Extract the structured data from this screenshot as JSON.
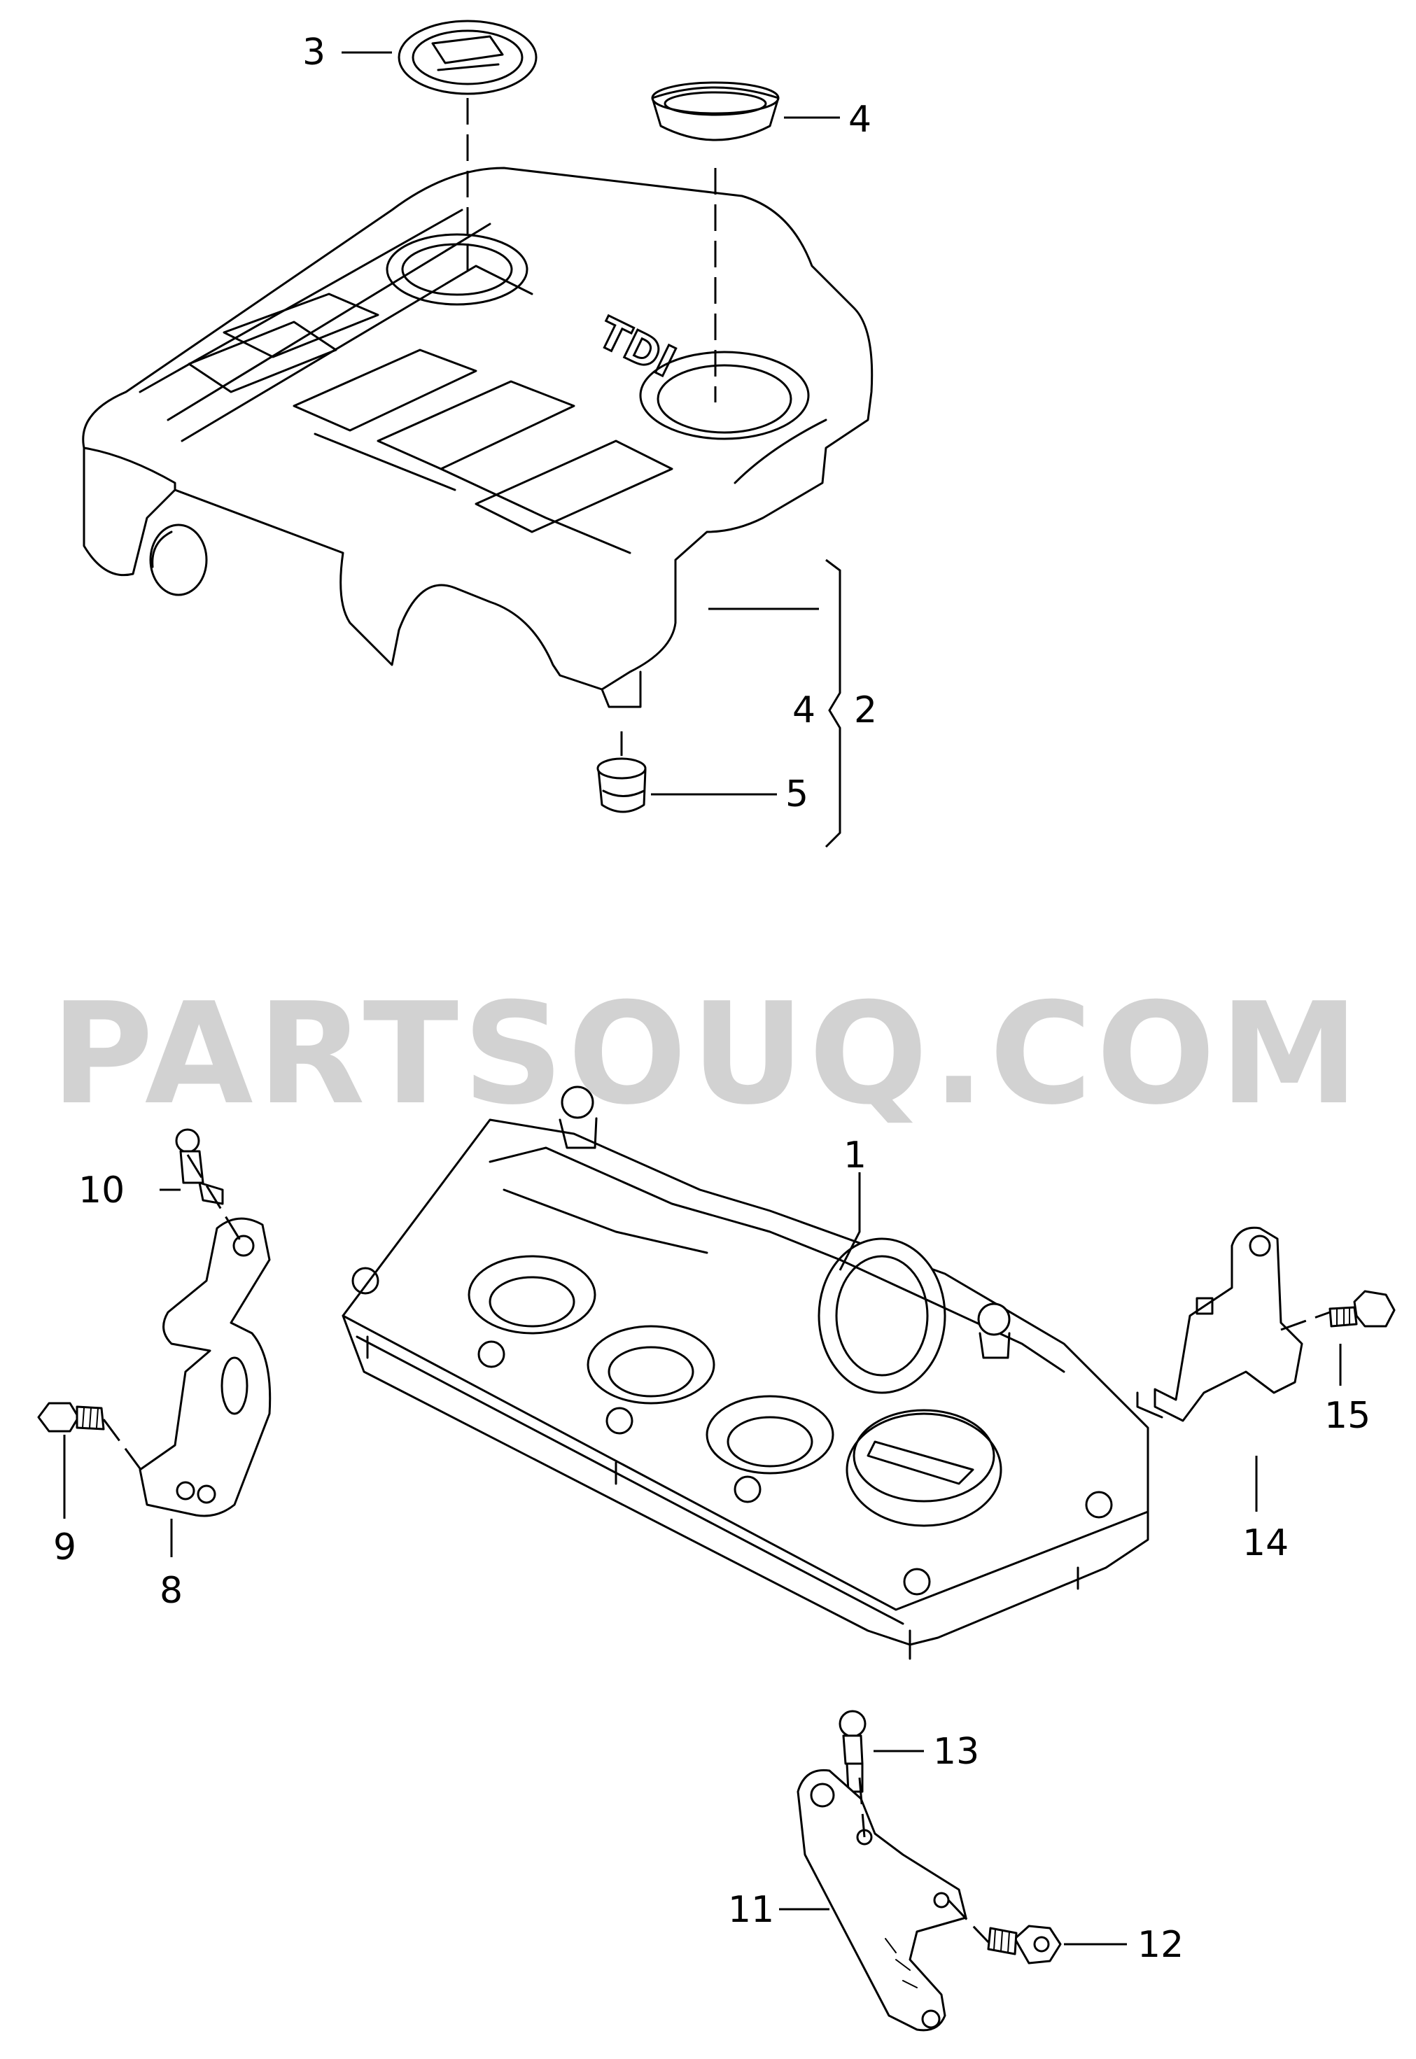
{
  "diagram": {
    "watermark": "PARTSOUQ.COM",
    "cover_emboss": "TDI",
    "callouts": {
      "c1": "1",
      "c2": "2",
      "c3": "3",
      "c4a": "4",
      "c4b": "4",
      "c5": "5",
      "c8": "8",
      "c9": "9",
      "c10": "10",
      "c11": "11",
      "c12": "12",
      "c13": "13",
      "c14": "14",
      "c15": "15"
    }
  }
}
